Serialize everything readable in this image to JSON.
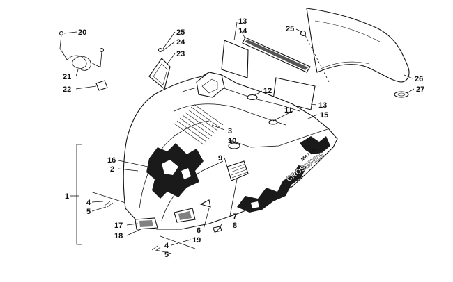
{
  "diagram": {
    "callouts": {
      "c1": "1",
      "c2": "2",
      "c3": "3",
      "c4a": "4",
      "c4b": "4",
      "c5a": "5",
      "c5b": "5",
      "c6": "6",
      "c7": "7",
      "c8": "8",
      "c9": "9",
      "c10": "10",
      "c11": "11",
      "c12": "12",
      "c13a": "13",
      "c13b": "13",
      "c14": "14",
      "c15": "15",
      "c16": "16",
      "c17": "17",
      "c18": "18",
      "c19": "19",
      "c20": "20",
      "c21": "21",
      "c22": "22",
      "c23": "23",
      "c24": "24",
      "c25a": "25",
      "c25b": "25",
      "c26": "26",
      "c27": "27"
    },
    "decal_text": {
      "side_brand": "CROSSFIRE",
      "side_model": "M8 / EFI"
    }
  }
}
